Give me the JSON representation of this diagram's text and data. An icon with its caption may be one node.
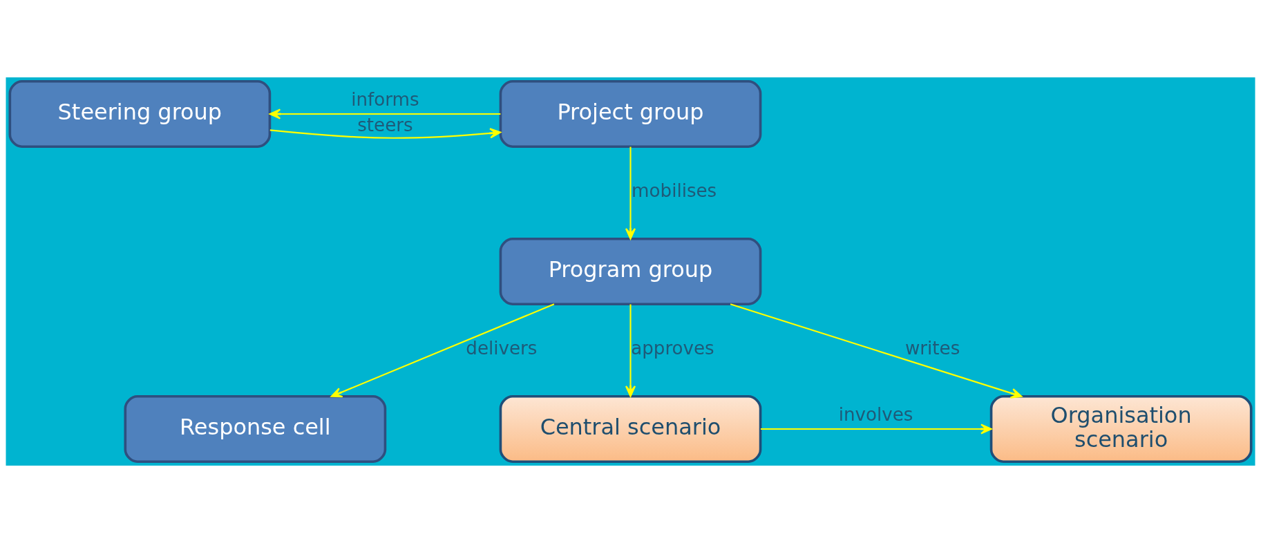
{
  "diagram": {
    "nodes": [
      {
        "text": [
          "Steering group"
        ]
      },
      {
        "text": [
          "Project group"
        ]
      },
      {
        "text": [
          "Program group"
        ]
      },
      {
        "text": [
          "Organisation scenario"
        ]
      },
      {
        "text": [
          "Response cell"
        ]
      },
      {
        "text": [
          "Central scenario"
        ]
      }
    ],
    "edges": [
      {
        "from": 1,
        "to": 0,
        "arrow": "to",
        "label": "informs"
      },
      {
        "from": 0,
        "to": 1,
        "arrow": "to",
        "label": "steers"
      },
      {
        "from": 1,
        "to": 2,
        "arrow": "to",
        "label": "mobilises"
      },
      {
        "from": 2,
        "to": 3,
        "arrow": "to",
        "label": "writes"
      },
      {
        "from": 2,
        "to": 4,
        "arrow": "to",
        "label": "delivers"
      },
      {
        "from": 2,
        "to": 5,
        "arrow": "to",
        "label": "approves"
      },
      {
        "from": 5,
        "to": 3,
        "arrow": "to",
        "label": "involves"
      }
    ]
  }
}
